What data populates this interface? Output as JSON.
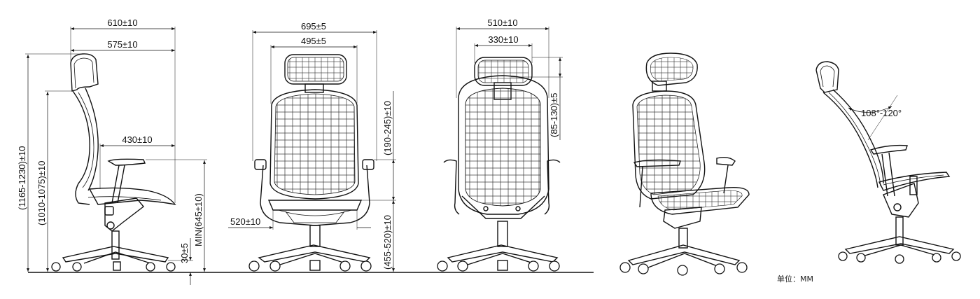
{
  "views": {
    "side": {
      "dims": {
        "overall_depth": "610±10",
        "back_depth": "575±10",
        "seat_depth": "430±10",
        "overall_height": "(1165-1230)±10",
        "back_height": "(1010-1075)±10",
        "seat_height_min": "MIN(645±10)",
        "base_clearance": "30±5"
      }
    },
    "front": {
      "dims": {
        "overall_width": "695±5",
        "back_width": "495±5",
        "seat_width": "520±10",
        "armrest_height": "(190-245)±10",
        "seat_height": "(455-520)±10"
      }
    },
    "rear": {
      "dims": {
        "outer_width": "510±10",
        "headrest_width": "330±10",
        "headrest_adjust": "(85-130)±5"
      }
    },
    "recline": {
      "dims": {
        "recline_angle": "108°-120°"
      }
    }
  },
  "unit": "单位：MM"
}
